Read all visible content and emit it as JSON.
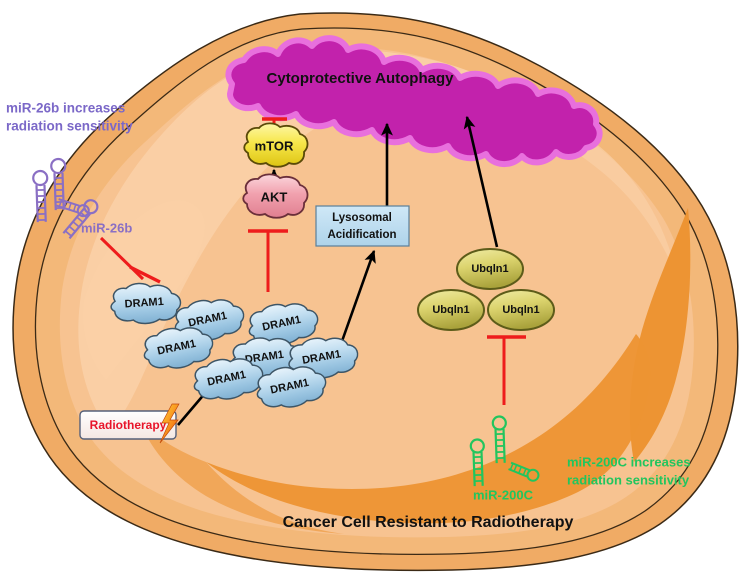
{
  "figure": {
    "caption": "Cancer Cell Resistant to Radiotherapy",
    "caption_color": "#111111"
  },
  "annotations": {
    "mir26b_note_line1": "miR-26b increases",
    "mir26b_note_line2": "radiation sensitivity",
    "mir26b_note_color": "#7b68c8",
    "mir200c_note_line1": "miR-200C increases",
    "mir200c_note_line2": "radiation sensitivity",
    "mir200c_note_color": "#22c55e"
  },
  "nodes": {
    "autophagy": {
      "label": "Cytoprotective Autophagy",
      "fill": "#c222ac",
      "stroke": "#e870dd",
      "text_color": "#111111"
    },
    "mtor": {
      "label": "mTOR",
      "fill": "#f5e23a",
      "stroke": "#5a4a08",
      "text_color": "#111111"
    },
    "akt": {
      "label": "AKT",
      "fill": "#f2a3ae",
      "stroke": "#6b2f3a",
      "text_color": "#111111"
    },
    "lysosomal": {
      "label_line1": "Lysosomal",
      "label_line2": "Acidification",
      "fill": "#bfdff2",
      "stroke": "#5a7f99",
      "text_color": "#111111"
    },
    "radiotherapy": {
      "label": "Radiotherapy",
      "fill": "#fbf3f0",
      "stroke": "#55607a",
      "text_color": "#e8152a",
      "icon": "lightning-bolt-icon"
    },
    "dram1": {
      "label": "DRAM1",
      "fill": "#b9d9ef",
      "stroke": "#3d5566",
      "text_color": "#111111",
      "count": 8
    },
    "ubqln1": {
      "label": "Ubqln1",
      "fill": "#d6cf63",
      "stroke": "#5d5c19",
      "text_color": "#111111",
      "count": 3
    },
    "mir26b": {
      "label": "miR-26b",
      "color": "#8a6fc4",
      "hairpin_count": 4
    },
    "mir200c": {
      "label": "miR-200C",
      "color": "#22c55e",
      "hairpin_count": 3
    }
  },
  "cell": {
    "membrane_outer_fill": "#f0ab65",
    "membrane_inner_fill": "#f3b879",
    "cytoplasm_fill": "#f7c391",
    "cytoplasm_light_fill": "#fad0a6",
    "organelle_fill": "#ed9433",
    "membrane_stroke": "#3b2a16"
  },
  "edges": {
    "activation_color": "#000000",
    "inhibition_color": "#ee1c1c",
    "list": [
      {
        "from": "akt",
        "to": "mtor",
        "kind": "activation"
      },
      {
        "from": "mtor",
        "to": "autophagy",
        "kind": "inhibition"
      },
      {
        "from": "dram1",
        "to": "akt",
        "kind": "inhibition"
      },
      {
        "from": "mir26b",
        "to": "dram1",
        "kind": "inhibition"
      },
      {
        "from": "lysosomal",
        "to": "autophagy",
        "kind": "activation"
      },
      {
        "from": "dram1",
        "to": "lysosomal",
        "kind": "activation"
      },
      {
        "from": "ubqln1",
        "to": "autophagy",
        "kind": "activation"
      },
      {
        "from": "mir200c",
        "to": "ubqln1",
        "kind": "inhibition"
      },
      {
        "from": "radiotherapy",
        "to": "dram1",
        "kind": "activation"
      }
    ]
  }
}
